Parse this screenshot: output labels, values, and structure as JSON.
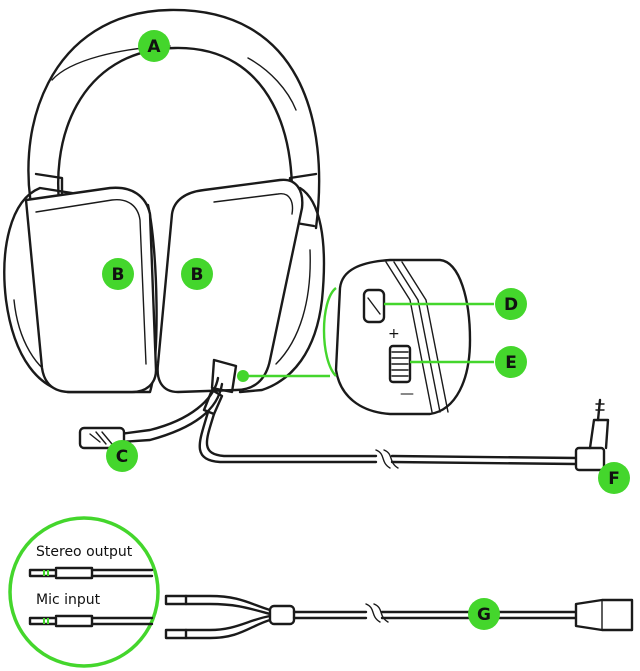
{
  "callouts": {
    "a": {
      "label": "A",
      "part": "headband"
    },
    "b_left": {
      "label": "B",
      "part": "ear-cushion-left"
    },
    "b_right": {
      "label": "B",
      "part": "ear-cushion-right"
    },
    "c": {
      "label": "C",
      "part": "microphone"
    },
    "d": {
      "label": "D",
      "part": "mic-mute-switch"
    },
    "e": {
      "label": "E",
      "part": "volume-control-wheel"
    },
    "f": {
      "label": "F",
      "part": "audio-plug"
    },
    "g": {
      "label": "G",
      "part": "splitter-cable"
    }
  },
  "inset_volume": {
    "plus": "+",
    "minus": "—"
  },
  "inset_splitter": {
    "stereo_output_label": "Stereo output",
    "mic_input_label": "Mic input"
  },
  "colors": {
    "accent_green": "#44d62c",
    "line": "#1a1a1a",
    "background": "#ffffff"
  }
}
